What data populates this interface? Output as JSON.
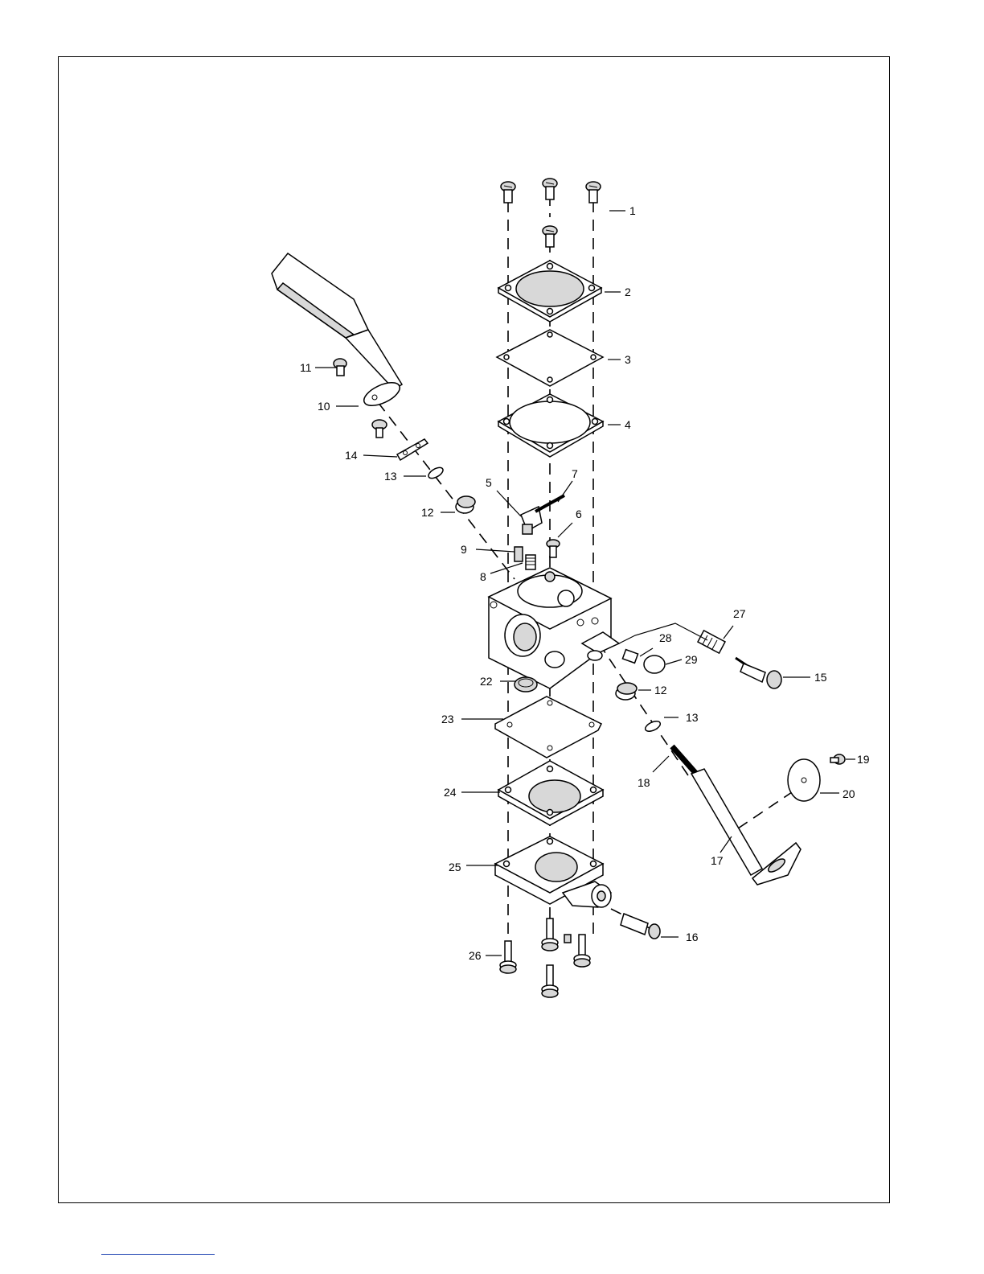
{
  "diagram": {
    "callouts": [
      {
        "id": "callout-1",
        "text": "1"
      },
      {
        "id": "callout-2",
        "text": "2"
      },
      {
        "id": "callout-3",
        "text": "3"
      },
      {
        "id": "callout-4",
        "text": "4"
      },
      {
        "id": "callout-5",
        "text": "5"
      },
      {
        "id": "callout-6",
        "text": "6"
      },
      {
        "id": "callout-7",
        "text": "7"
      },
      {
        "id": "callout-8",
        "text": "8"
      },
      {
        "id": "callout-9",
        "text": "9"
      },
      {
        "id": "callout-10",
        "text": "10"
      },
      {
        "id": "callout-11",
        "text": "11"
      },
      {
        "id": "callout-12a",
        "text": "12"
      },
      {
        "id": "callout-12b",
        "text": "12"
      },
      {
        "id": "callout-13a",
        "text": "13"
      },
      {
        "id": "callout-13b",
        "text": "13"
      },
      {
        "id": "callout-14",
        "text": "14"
      },
      {
        "id": "callout-15",
        "text": "15"
      },
      {
        "id": "callout-16",
        "text": "16"
      },
      {
        "id": "callout-17",
        "text": "17"
      },
      {
        "id": "callout-18",
        "text": "18"
      },
      {
        "id": "callout-19",
        "text": "19"
      },
      {
        "id": "callout-20",
        "text": "20"
      },
      {
        "id": "callout-22",
        "text": "22"
      },
      {
        "id": "callout-23",
        "text": "23"
      },
      {
        "id": "callout-24",
        "text": "24"
      },
      {
        "id": "callout-25",
        "text": "25"
      },
      {
        "id": "callout-26",
        "text": "26"
      },
      {
        "id": "callout-27",
        "text": "27"
      },
      {
        "id": "callout-28",
        "text": "28"
      },
      {
        "id": "callout-29",
        "text": "29"
      }
    ]
  }
}
